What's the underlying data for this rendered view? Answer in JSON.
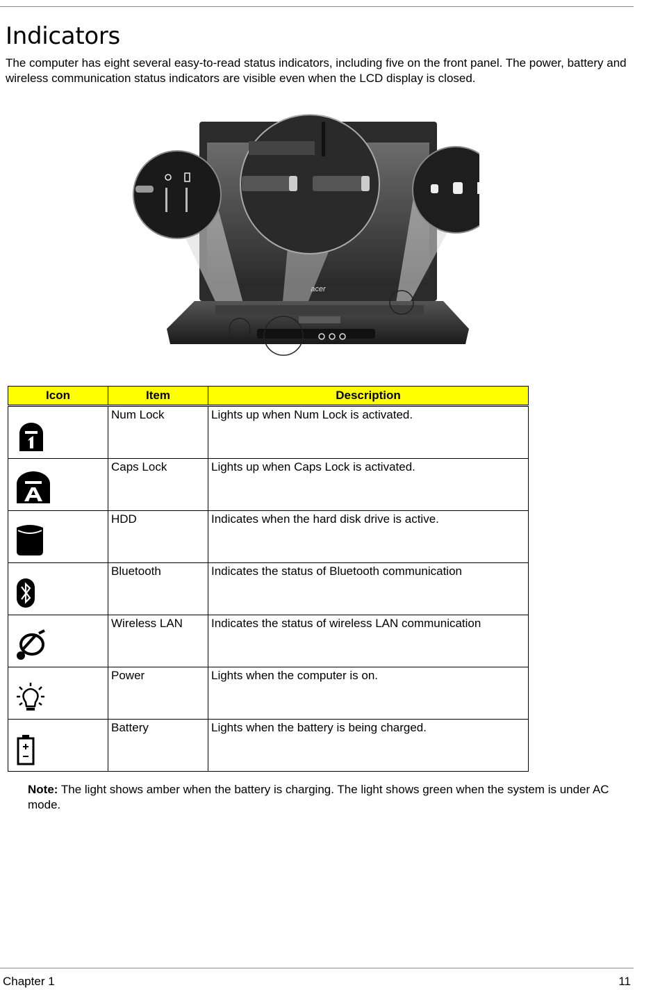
{
  "page": {
    "title": "Indicators",
    "intro": "The computer has eight several easy-to-read status indicators, including five on the front panel. The power, battery and wireless communication status indicators are visible even when the LCD display is closed."
  },
  "figure": {
    "brand_logo_text": "acer"
  },
  "table": {
    "headers": [
      "Icon",
      "Item",
      "Description"
    ],
    "rows": [
      {
        "icon": "num-lock-icon",
        "item": "Num Lock",
        "description": "Lights up when Num Lock is activated."
      },
      {
        "icon": "caps-lock-icon",
        "item": "Caps Lock",
        "description": "Lights up when Caps Lock is activated."
      },
      {
        "icon": "hdd-icon",
        "item": "HDD",
        "description": "Indicates when the hard disk drive is active."
      },
      {
        "icon": "bluetooth-icon",
        "item": "Bluetooth",
        "description": "Indicates the status of Bluetooth communication"
      },
      {
        "icon": "wireless-lan-icon",
        "item": "Wireless LAN",
        "description": "Indicates the status of wireless LAN communication"
      },
      {
        "icon": "power-icon",
        "item": "Power",
        "description": "Lights when the computer is on."
      },
      {
        "icon": "battery-icon",
        "item": "Battery",
        "description": "Lights when the battery is being charged."
      }
    ]
  },
  "note": {
    "label": "Note:",
    "text": " The light shows amber when the battery is charging. The light shows green when the system is under AC mode."
  },
  "footer": {
    "chapter": "Chapter 1",
    "page_number": "11"
  }
}
